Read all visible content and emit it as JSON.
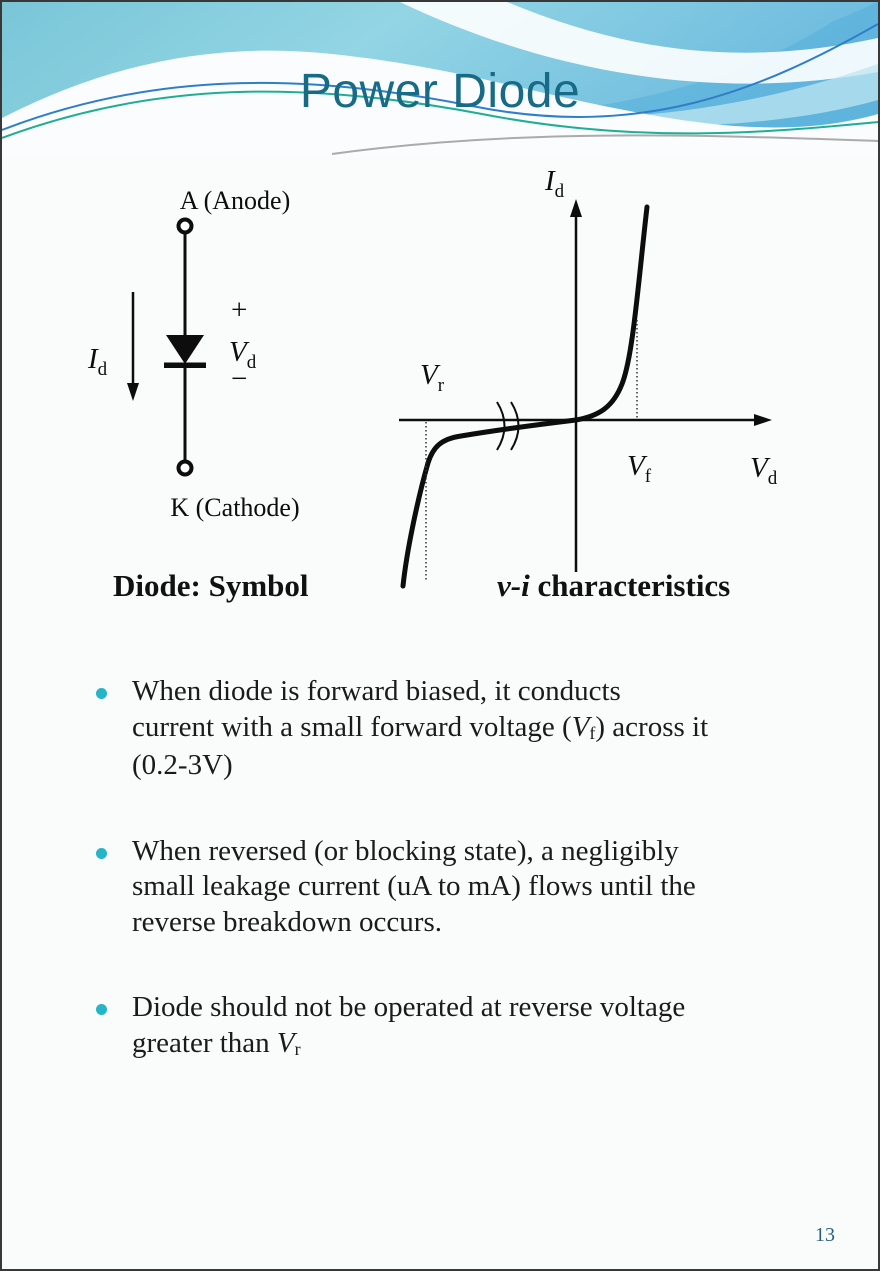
{
  "slide": {
    "title": "Power Diode",
    "page_number": "13"
  },
  "colors": {
    "title_text": "#176b87",
    "bullet_dot": "#25b5c8",
    "page_number_text": "#2a5f7e",
    "header_sky_teal": "#79c6d8",
    "header_sky_blue": "#6cbadf",
    "header_line_blue": "#2f7ec9",
    "header_line_green": "#1fae94",
    "header_line_gray": "#a9abac"
  },
  "symbol": {
    "caption": "Diode: Symbol",
    "anode_label": "A (Anode)",
    "cathode_label": "K (Cathode)",
    "current": {
      "base": "I",
      "sub": "d"
    },
    "plus_sign": "+",
    "voltage": {
      "base": "V",
      "sub": "d"
    },
    "minus_sign": "−"
  },
  "graph": {
    "caption": {
      "italic_part": "v-i",
      "rest_part": " characteristics"
    },
    "y_label": {
      "base": "I",
      "sub": "d"
    },
    "x_label": {
      "base": "V",
      "sub": "d"
    },
    "vf_label": {
      "base": "V",
      "sub": "f"
    },
    "vr_label": {
      "base": "V",
      "sub": "r"
    }
  },
  "bullets": {
    "b1": {
      "line1": "When diode is forward biased, it conducts",
      "line2_pre": "current with a small forward voltage (",
      "line2_var": "V",
      "line2_sub": "f",
      "line2_post": ") across it",
      "line3": "(0.2-3V)"
    },
    "b2": {
      "line1": "When reversed (or blocking state), a negligibly",
      "line2": "small leakage current (uA to mA) flows until the",
      "line3": "reverse breakdown occurs."
    },
    "b3": {
      "line1": "Diode should not be operated at reverse voltage",
      "line2_pre": "greater than ",
      "line2_var": "V",
      "line2_sub": "r"
    }
  }
}
